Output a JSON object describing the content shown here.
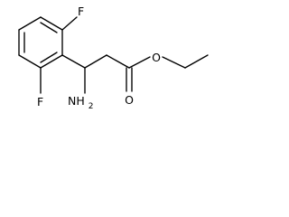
{
  "molecule": {
    "atoms": [
      {
        "id": "F_top",
        "symbol": "F"
      },
      {
        "id": "F_bottom",
        "symbol": "F"
      },
      {
        "id": "O_ester",
        "symbol": "O"
      },
      {
        "id": "O_carbonyl",
        "symbol": "O"
      },
      {
        "id": "amine",
        "symbol": "NH2"
      }
    ]
  },
  "labels": {
    "f_top": "F",
    "f_bottom": "F",
    "o_ester": "O",
    "o_carbonyl": "O",
    "nh2": "NH",
    "nh2_sub": "2"
  }
}
